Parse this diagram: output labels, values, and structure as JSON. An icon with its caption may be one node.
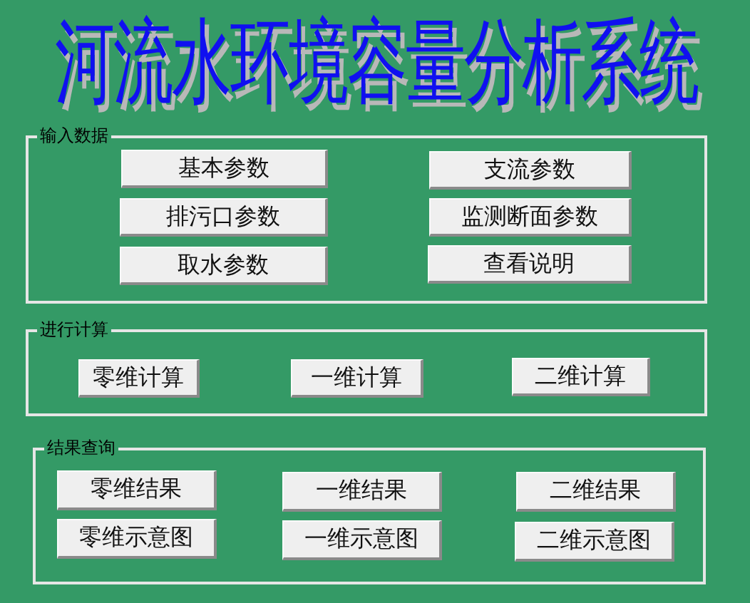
{
  "diagram": {
    "title": "河流水环境容量分析系统",
    "nodes": [
      {
        "text": [
          "输入数据"
        ]
      },
      {
        "text": [
          "基本参数"
        ],
        "in": 0
      },
      {
        "text": [
          "支流参数"
        ],
        "in": 0
      },
      {
        "text": [
          "排污口参数"
        ],
        "in": 0
      },
      {
        "text": [
          "监测断面参数"
        ],
        "in": 0
      },
      {
        "text": [
          "取水参数"
        ],
        "in": 0
      },
      {
        "text": [
          "查看说明"
        ],
        "in": 0
      },
      {
        "text": [
          "进行计算"
        ]
      },
      {
        "text": [
          "零维计算"
        ],
        "in": 7
      },
      {
        "text": [
          "一维计算"
        ],
        "in": 7
      },
      {
        "text": [
          "二维计算"
        ],
        "in": 7
      },
      {
        "text": [
          "结果查询"
        ]
      },
      {
        "text": [
          "零维结果"
        ],
        "in": 11
      },
      {
        "text": [
          "一维结果"
        ],
        "in": 11
      },
      {
        "text": [
          "二维结果"
        ],
        "in": 11
      },
      {
        "text": [
          "零维示意图"
        ],
        "in": 11
      },
      {
        "text": [
          "一维示意图"
        ],
        "in": 11
      },
      {
        "text": [
          "二维示意图"
        ],
        "in": 11
      }
    ]
  }
}
